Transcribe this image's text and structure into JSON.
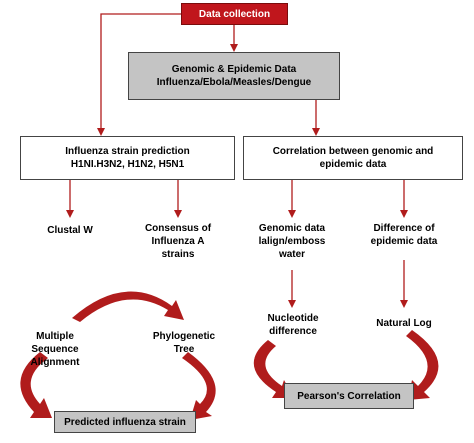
{
  "nodes": {
    "data_collection": "Data collection",
    "genomic_line1": "Genomic & Epidemic Data",
    "genomic_line2": "Influenza/Ebola/Measles/Dengue",
    "strain_pred_line1": "Influenza strain prediction",
    "strain_pred_line2": "H1NI.H3N2, H1N2, H5N1",
    "correlation_line1": "Correlation between genomic and",
    "correlation_line2": "epidemic data",
    "clustal": "Clustal W",
    "consensus_line1": "Consensus of",
    "consensus_line2": "Influenza A",
    "consensus_line3": "strains",
    "genomic_tools_line1": "Genomic data",
    "genomic_tools_line2": "lalign/emboss",
    "genomic_tools_line3": "water",
    "difference_line1": "Difference of",
    "difference_line2": "epidemic data",
    "msa_line1": "Multiple",
    "msa_line2": "Sequence",
    "msa_line3": "Alignment",
    "phylo_line1": "Phylogenetic",
    "phylo_line2": "Tree",
    "nucleotide_line1": "Nucleotide",
    "nucleotide_line2": "difference",
    "natural_log": "Natural Log",
    "predicted": "Predicted influenza strain",
    "pearson": "Pearson's Correlation"
  },
  "colors": {
    "arrow": "#b01c1c",
    "header_fill": "#c0161c",
    "gray_fill": "#c4c4c4",
    "box_border": "#444444"
  }
}
